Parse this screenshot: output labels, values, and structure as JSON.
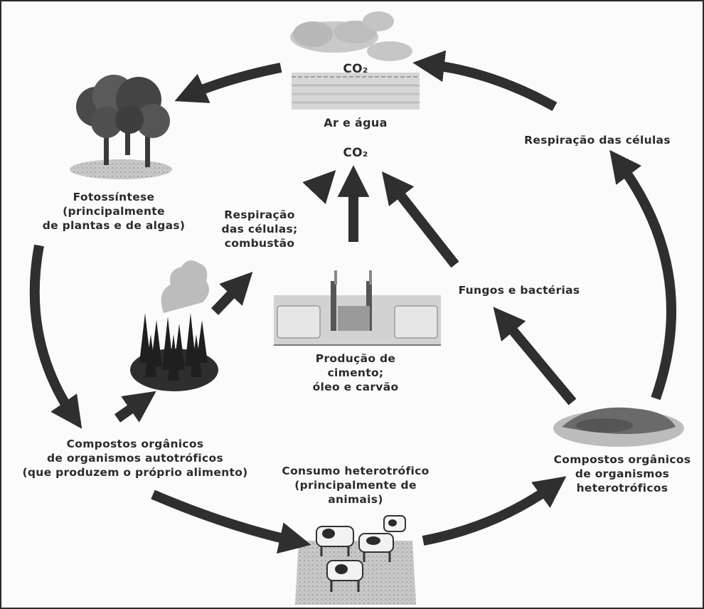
{
  "labels": {
    "co2_top": "CO₂",
    "air_water": "Ar e água",
    "co2_center": "CO₂",
    "photosynthesis": "Fotossíntese\n(principalmente\nde plantas e de algas)",
    "respiration_right": "Respiração das células",
    "respiration_combustion": "Respiração\ndas células;\ncombustão",
    "fungi_bacteria": "Fungos e bactérias",
    "fuel_production": "Produção de\ncimento;\nóleo e carvão",
    "autotrophic_compounds": "Compostos orgânicos\nde organismos autotróficos\n(que produzem o próprio alimento)",
    "heterotrophic_consumption": "Consumo heterotrófico\n(principalmente de\nanimais)",
    "heterotrophic_compounds": "Compostos orgânicos\nde organismos\nheterotróficos"
  },
  "colors": {
    "arrow": "#2f2f2f",
    "text": "#2b2b2b",
    "border": "#2a2a2a"
  }
}
